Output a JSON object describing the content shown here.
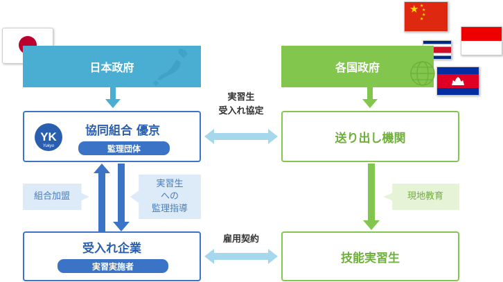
{
  "japan_gov": {
    "label": "日本政府",
    "flag": "japan-flag-icon"
  },
  "foreign_gov": {
    "label": "各国政府",
    "flags": [
      "china-flag-icon",
      "indonesia-flag-icon",
      "costa-rica-flag-icon",
      "cambodia-flag-icon"
    ]
  },
  "union": {
    "name": "協同組合 優京",
    "role": "監理団体",
    "logo": "yukyo-logo-icon"
  },
  "company": {
    "name": "受入れ企業",
    "role": "実習実施者"
  },
  "sending_org": {
    "name": "送り出し機関"
  },
  "trainee": {
    "name": "技能実習生"
  },
  "agreement": {
    "line1": "実習生",
    "line2": "受入れ協定"
  },
  "employment": {
    "label": "雇用契約"
  },
  "membership": {
    "label": "組合加盟"
  },
  "supervision": {
    "line1": "実習生",
    "line2": "への",
    "line3": "監理指導"
  },
  "local_education": {
    "label": "現地教育"
  },
  "colors": {
    "blue_band": "#4aaed2",
    "blue_dark": "#3b73c6",
    "green": "#83c64d",
    "light_blue": "#dcebf7",
    "light_green": "#e6f3d6"
  }
}
